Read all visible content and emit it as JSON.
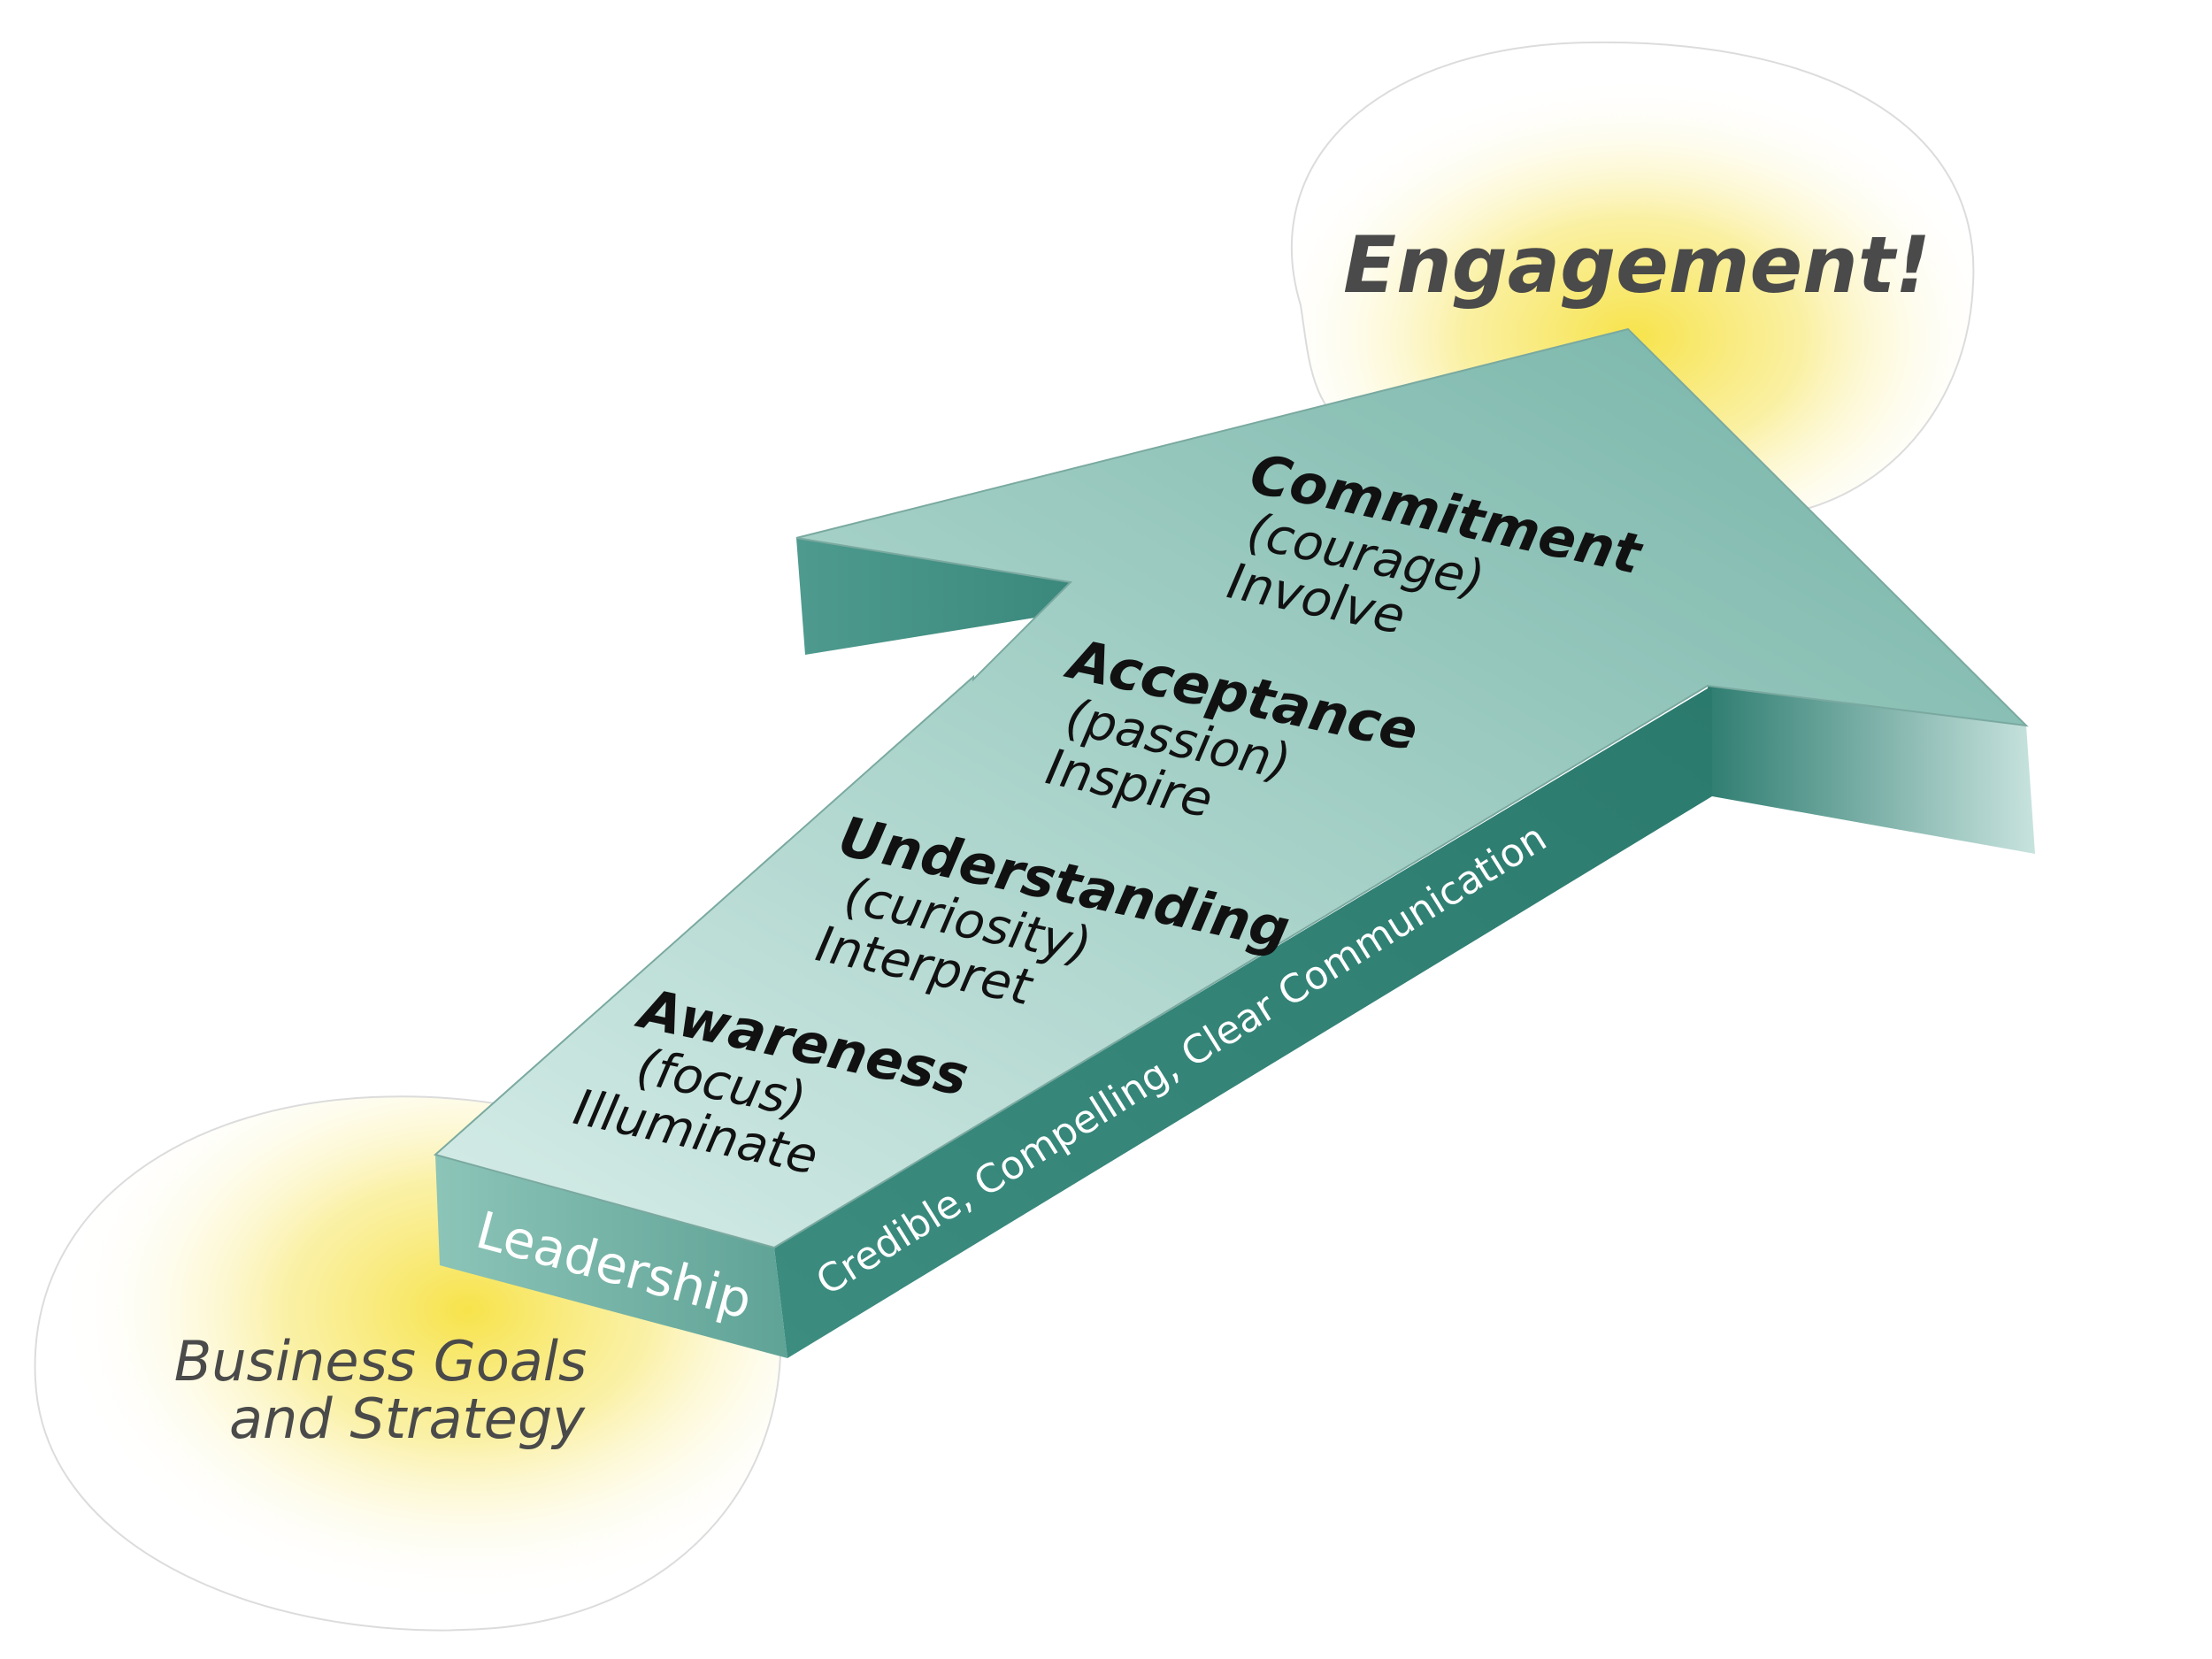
{
  "end_label": "Engagement!",
  "start_label": [
    "Business Goals",
    "and Strategy"
  ],
  "base_label": "Leadership",
  "side_label": "Credible, Compelling, Clear Communication",
  "stages": [
    {
      "name": "Commitment",
      "quality": "(courage)",
      "action": "Involve"
    },
    {
      "name": "Acceptance",
      "quality": "(passion)",
      "action": "Inspire"
    },
    {
      "name": "Understanding",
      "quality": "(curiosity)",
      "action": "Interpret"
    },
    {
      "name": "Awareness",
      "quality": "(focus)",
      "action": "Illuminate"
    }
  ],
  "colors": {
    "arrow_top_light": "#c4e2dc",
    "arrow_top_dark": "#6fb0a4",
    "arrow_side": "#3f8f83",
    "arrow_side_dark": "#2a6e64",
    "glow": "#f7e34a",
    "label_gray": "#4a4a4a"
  }
}
